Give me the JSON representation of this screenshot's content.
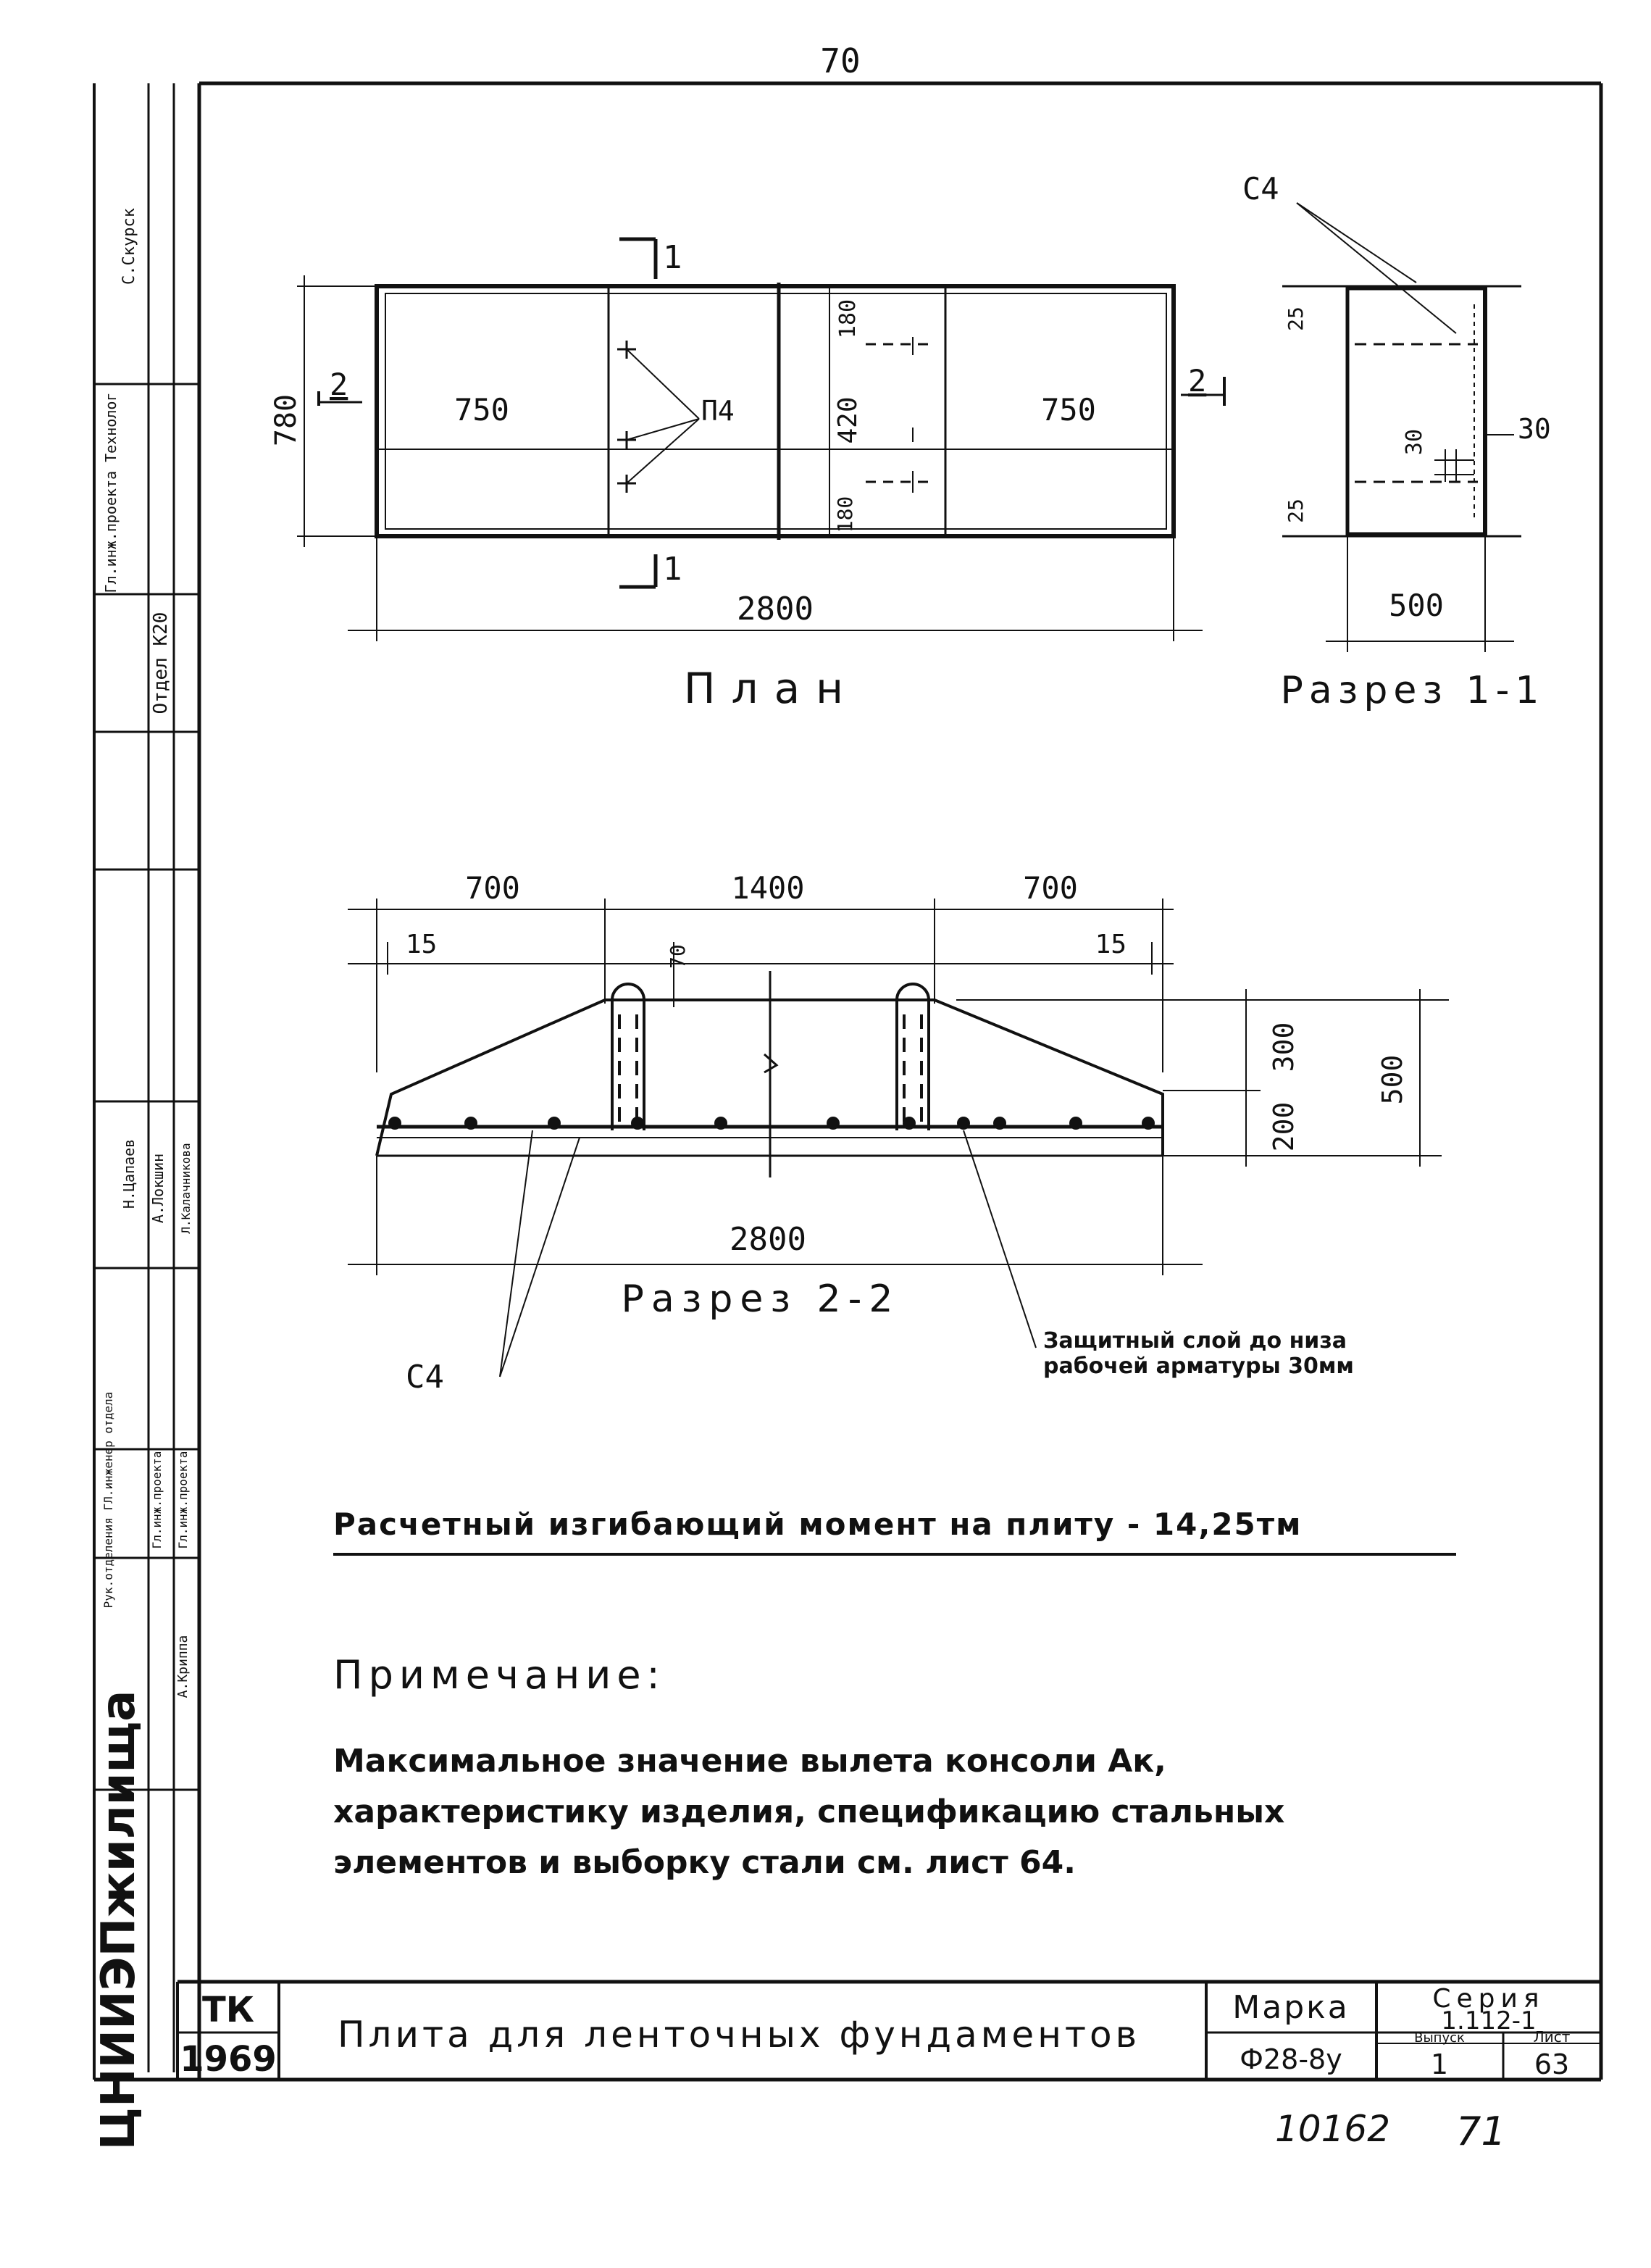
{
  "sheet": {
    "top_page_number": "70",
    "bottom_number_left": "10162",
    "bottom_number_right": "71"
  },
  "plan": {
    "title": "План",
    "dim_length": "2800",
    "dim_width": "780",
    "dim_left": "750",
    "dim_right": "750",
    "dim_mid": "420",
    "dim_mid_top": "180",
    "dim_mid_bottom": "180",
    "label_p4": "П4",
    "section_1_top": "1",
    "section_1_bottom": "1",
    "section_2_left": "2",
    "section_2_right": "2"
  },
  "section_1_1": {
    "title": "Разрез 1-1",
    "label_c4": "С4",
    "dim_width": "500",
    "dim_30_right": "30",
    "dim_30_inner": "30",
    "dim_top": "25",
    "dim_bottom": "25"
  },
  "section_2_2": {
    "title": "Разрез 2-2",
    "dim_left": "700",
    "dim_mid": "1400",
    "dim_right": "700",
    "dim_edge_left": "15",
    "dim_edge_right": "15",
    "dim_loop": "70",
    "dim_300": "300",
    "dim_200": "200",
    "dim_500": "500",
    "dim_length": "2800",
    "label_c4": "С4",
    "note_cover_line1": "Защитный слой до низа",
    "note_cover_line2": "рабочей арматуры 30мм"
  },
  "moment_text": "Расчетный изгибающий момент на плиту - 14,25тм",
  "note": {
    "heading": "Примечание:",
    "line1": "Максимальное значение вылета консоли Ак,",
    "line2": "характеристику изделия, спецификацию стальных",
    "line3": "элементов и выборку стали см. лист 64."
  },
  "left_strip": {
    "cell1": "С.Скурск",
    "cell2": "Гл.инж.проекта Технолог",
    "cell3": "Отдел К20",
    "cell4": "Н.Цапаев",
    "cell5": "А.Локшин",
    "cell6": "Л.Калачникова",
    "cell7": "Рук.отделения ГЛ.инженер отдела",
    "cell8": "Гл.инж.проекта",
    "cell9": "Гл.инж.проекта",
    "cell10": "А.Криппа",
    "org": "ЦНИИЭПжилища"
  },
  "title_block": {
    "code": "ТК",
    "year": "1969",
    "title": "Плита для ленточных фундаментов",
    "marka_label": "Марка",
    "marka_value": "Ф28-8у",
    "series_label": "Серия",
    "series_value": "1.112-1",
    "issue_label": "Выпуск",
    "issue_value": "1",
    "sheet_label": "Лист",
    "sheet_value": "63"
  }
}
